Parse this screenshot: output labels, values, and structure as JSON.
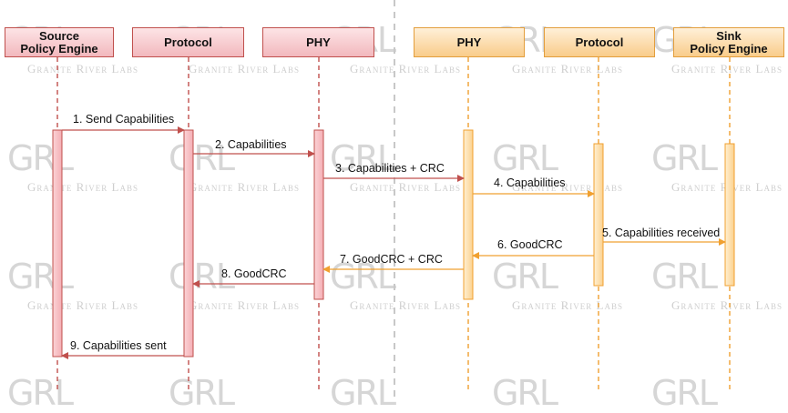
{
  "participants": [
    {
      "id": "src-pe",
      "label": "Source\nPolicy Engine",
      "theme": "red"
    },
    {
      "id": "src-prot",
      "label": "Protocol",
      "theme": "red"
    },
    {
      "id": "src-phy",
      "label": "PHY",
      "theme": "red"
    },
    {
      "id": "snk-phy",
      "label": "PHY",
      "theme": "orange"
    },
    {
      "id": "snk-prot",
      "label": "Protocol",
      "theme": "orange"
    },
    {
      "id": "snk-pe",
      "label": "Sink\nPolicy Engine",
      "theme": "orange"
    }
  ],
  "messages": [
    {
      "label": "1. Send Capabilities",
      "from": "src-pe",
      "to": "src-prot",
      "color": "red"
    },
    {
      "label": "2. Capabilities",
      "from": "src-prot",
      "to": "src-phy",
      "color": "red"
    },
    {
      "label": "3. Capabilities + CRC",
      "from": "src-phy",
      "to": "snk-phy",
      "color": "red"
    },
    {
      "label": "4. Capabilities",
      "from": "snk-phy",
      "to": "snk-prot",
      "color": "orange"
    },
    {
      "label": "5. Capabilities received",
      "from": "snk-prot",
      "to": "snk-pe",
      "color": "orange"
    },
    {
      "label": "6. GoodCRC",
      "from": "snk-prot",
      "to": "snk-phy",
      "color": "orange"
    },
    {
      "label": "7. GoodCRC + CRC",
      "from": "snk-phy",
      "to": "src-phy",
      "color": "orange"
    },
    {
      "label": "8. GoodCRC",
      "from": "src-phy",
      "to": "src-prot",
      "color": "red"
    },
    {
      "label": "9. Capabilities sent",
      "from": "src-prot",
      "to": "src-pe",
      "color": "red"
    }
  ],
  "watermark": {
    "logo_text": "GRL",
    "company_text": "Granite River Labs"
  },
  "colors": {
    "red": "#c0504d",
    "orange": "#f0a030",
    "divider": "#c8c8c8"
  }
}
